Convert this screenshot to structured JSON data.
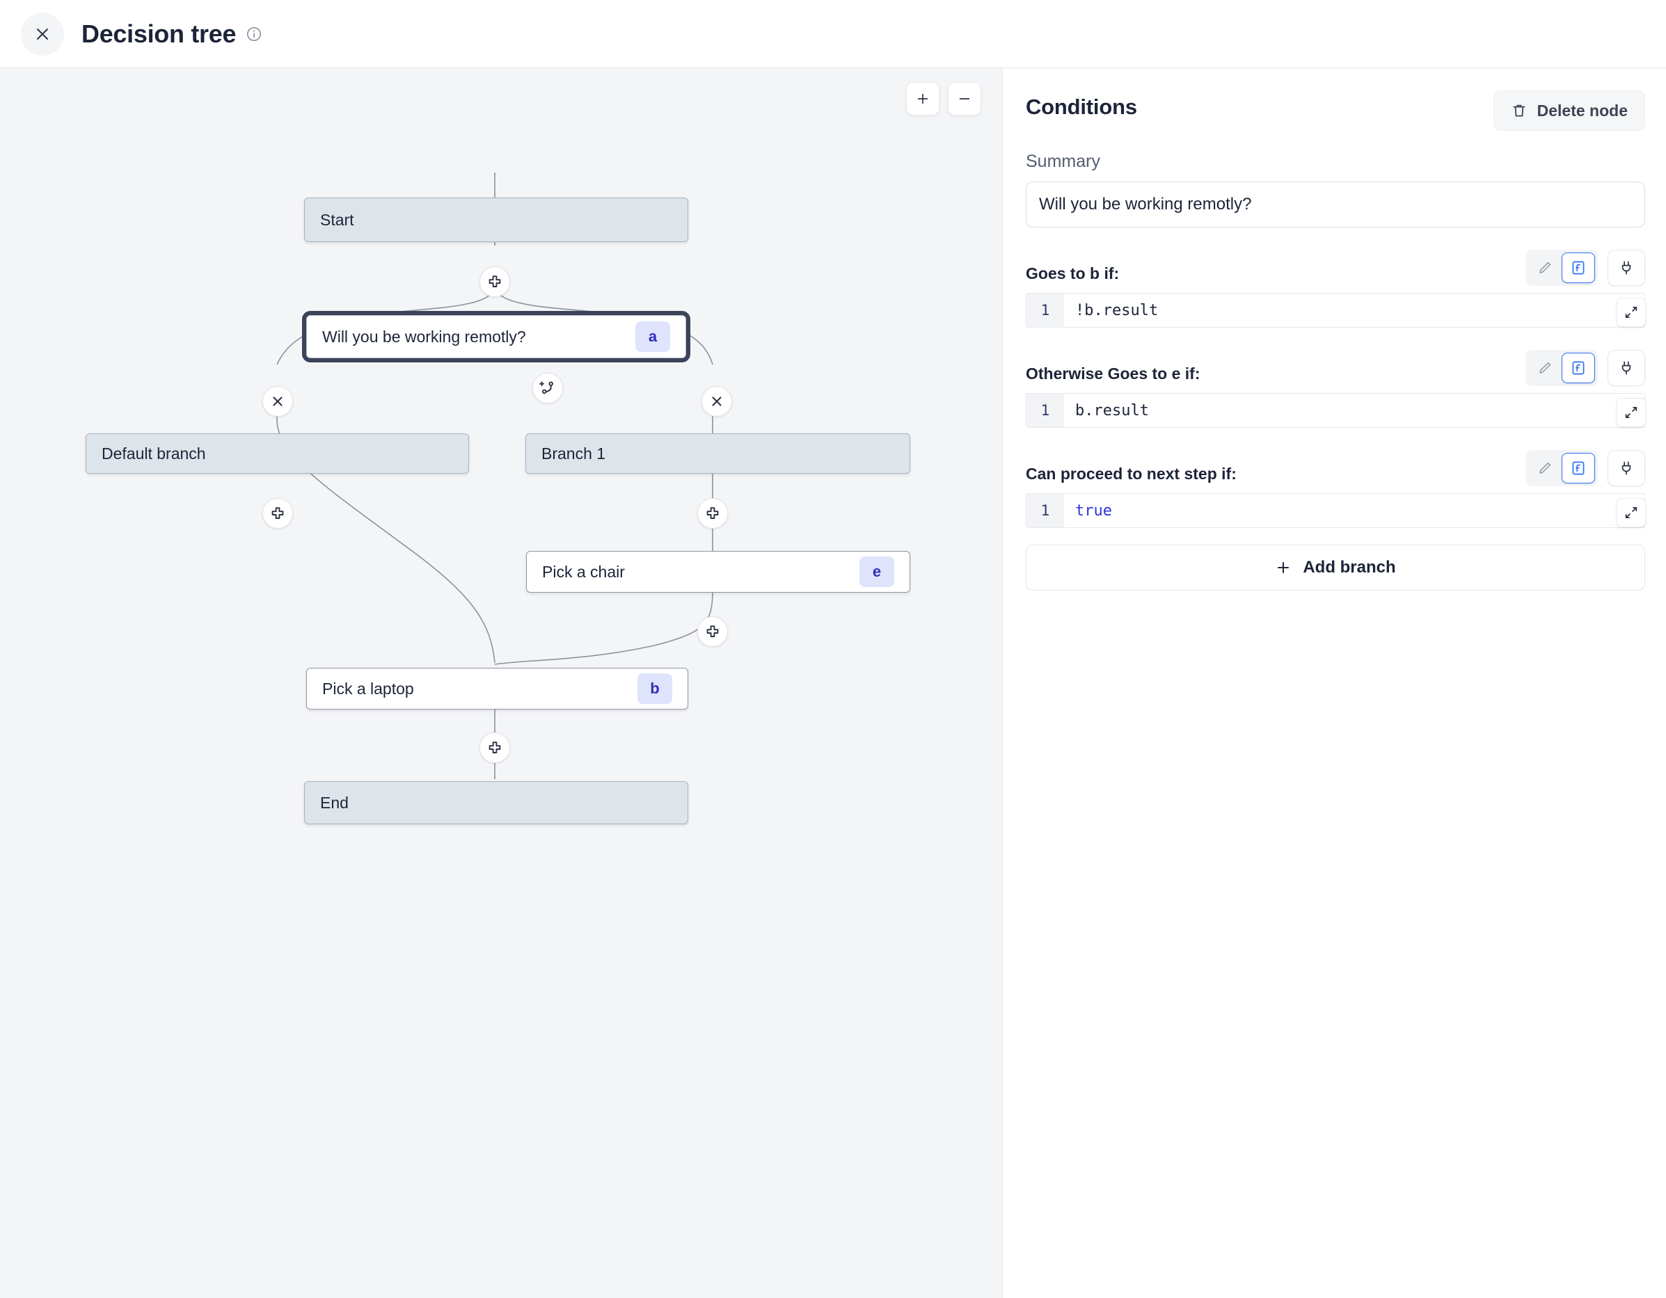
{
  "header": {
    "title": "Decision tree",
    "close_icon": "close-icon",
    "info_icon": "info-icon"
  },
  "canvas": {
    "zoom_in_label": "+",
    "zoom_out_label": "−",
    "nodes": [
      {
        "id": "start",
        "label": "Start",
        "badge": "",
        "type": "terminal"
      },
      {
        "id": "a",
        "label": "Will you be working remotly?",
        "badge": "a",
        "type": "selected"
      },
      {
        "id": "default",
        "label": "Default branch",
        "badge": "",
        "type": "branch"
      },
      {
        "id": "branch1",
        "label": "Branch 1",
        "badge": "",
        "type": "branch"
      },
      {
        "id": "e",
        "label": "Pick a chair",
        "badge": "e",
        "type": "step"
      },
      {
        "id": "b",
        "label": "Pick a laptop",
        "badge": "b",
        "type": "step"
      },
      {
        "id": "end",
        "label": "End",
        "badge": "",
        "type": "terminal"
      }
    ],
    "edge_buttons": [
      {
        "name": "add-node-start-a",
        "icon": "plus-icon"
      },
      {
        "name": "add-branch",
        "icon": "branch-plus-icon"
      },
      {
        "name": "delete-branch-default",
        "icon": "close-icon"
      },
      {
        "name": "delete-branch-1",
        "icon": "close-icon"
      },
      {
        "name": "add-node-default-b",
        "icon": "plus-icon"
      },
      {
        "name": "add-node-branch1-e",
        "icon": "plus-icon"
      },
      {
        "name": "add-node-e-b",
        "icon": "plus-icon"
      },
      {
        "name": "add-node-b-end",
        "icon": "plus-icon"
      }
    ]
  },
  "panel": {
    "title": "Conditions",
    "delete_node_label": "Delete node",
    "summary_label": "Summary",
    "summary_value": "Will you be working remotly?",
    "add_branch_label": "Add branch",
    "conditions": [
      {
        "title": "Goes to b if:",
        "line_number": "1",
        "code": "!b.result",
        "keyword": false
      },
      {
        "title": "Otherwise Goes to e if:",
        "line_number": "1",
        "code": "b.result",
        "keyword": false
      },
      {
        "title": "Can proceed to next step if:",
        "line_number": "1",
        "code": "true",
        "keyword": true
      }
    ]
  },
  "colors": {
    "canvas_bg": "#f4f5f7",
    "terminal_node": "#dde4ea",
    "badge_bg": "#dfe3fb",
    "badge_text": "#2f2fb8",
    "accent_blue": "#2f6fed",
    "text_dark": "#1d2438"
  }
}
